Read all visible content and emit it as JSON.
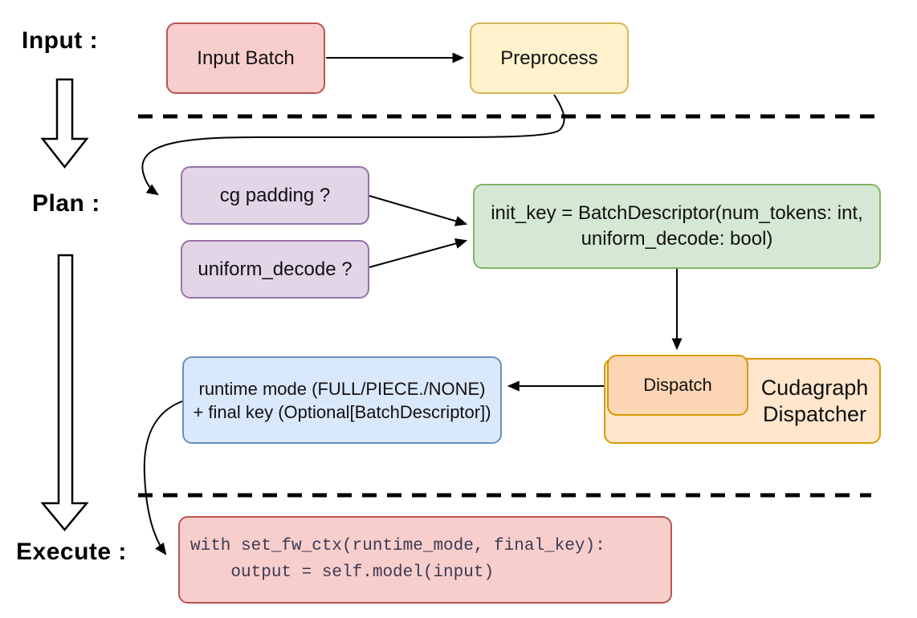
{
  "stage_labels": {
    "input": "Input :",
    "plan": "Plan :",
    "execute": "Execute :"
  },
  "nodes": {
    "input_batch": {
      "label": "Input Batch"
    },
    "preprocess": {
      "label": "Preprocess"
    },
    "cg_padding": {
      "label": "cg padding ?"
    },
    "uniform_decode": {
      "label": "uniform_decode ?"
    },
    "init_key": {
      "line1": "init_key = BatchDescriptor(num_tokens: int,",
      "line2": "uniform_decode: bool)"
    },
    "runtime_mode": {
      "line1": "runtime mode (FULL/PIECE./NONE)",
      "line2": "+ final key (Optional[BatchDescriptor])"
    },
    "dispatch": {
      "label": "Dispatch"
    },
    "cudagraph_dispatcher": {
      "line1": "Cudagraph",
      "line2": "Dispatcher"
    },
    "execute_code": {
      "line1": "with set_fw_ctx(runtime_mode, final_key):",
      "line2": "    output = self.model(input)"
    }
  },
  "colors": {
    "red_fill": "#f8cecc",
    "red_stroke": "#b85450",
    "yellow_fill": "#fff2cc",
    "yellow_stroke": "#d6b656",
    "purple_fill": "#e1d5e7",
    "purple_stroke": "#9673a6",
    "green_fill": "#d5e8d4",
    "green_stroke": "#82b366",
    "blue_fill": "#dae8fc",
    "blue_stroke": "#6c8ebf",
    "orange_outer_fill": "#ffe6cc",
    "orange_inner_fill": "#fcd5b4",
    "orange_stroke": "#d79b00",
    "code_text": "#3b3a54",
    "arrow": "#000000"
  }
}
